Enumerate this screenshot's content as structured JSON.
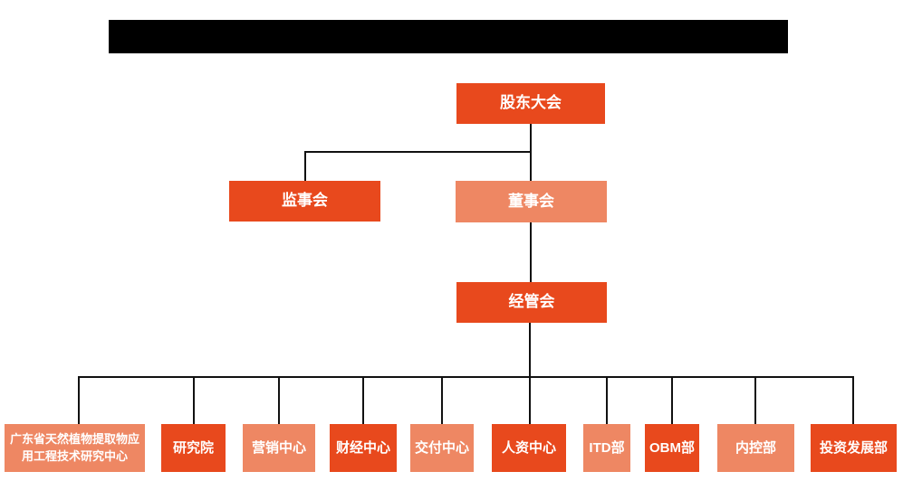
{
  "colors": {
    "primary": "#E8491D",
    "secondary": "#EE8763",
    "connector": "#111111",
    "redacted_bar": "#000000",
    "background": "#FFFFFF",
    "text": "#FFFFFF"
  },
  "org_chart": {
    "nodes": {
      "shareholders": {
        "label": "股东大会"
      },
      "supervisors": {
        "label": "监事会"
      },
      "directors": {
        "label": "董事会"
      },
      "management": {
        "label": "经管会"
      }
    },
    "departments": [
      {
        "label": "广东省天然植物提取物应用工程技术研究中心"
      },
      {
        "label": "研究院"
      },
      {
        "label": "营销中心"
      },
      {
        "label": "财经中心"
      },
      {
        "label": "交付中心"
      },
      {
        "label": "人资中心"
      },
      {
        "label": "ITD部"
      },
      {
        "label": "OBM部"
      },
      {
        "label": "内控部"
      },
      {
        "label": "投资发展部"
      }
    ]
  }
}
